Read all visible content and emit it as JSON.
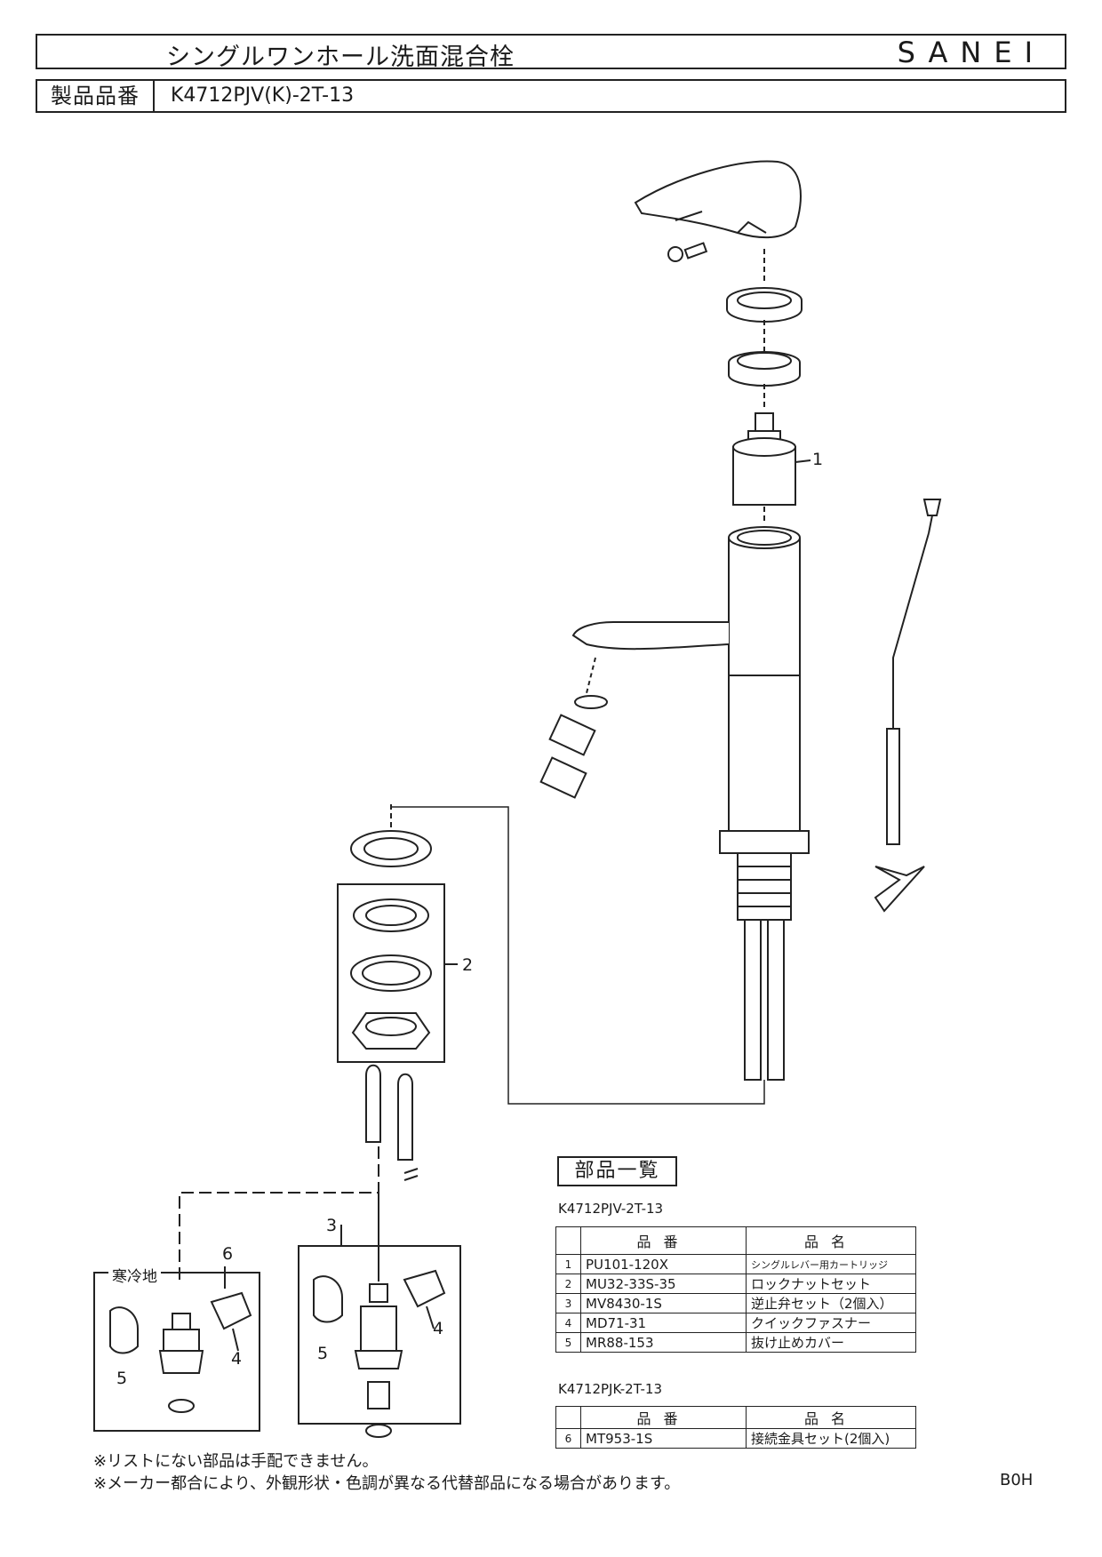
{
  "header": {
    "title": "シングルワンホール洗面混合栓",
    "brand": "SANEI",
    "product_label": "製品品番",
    "product_code": "K4712PJV(K)-2T-13"
  },
  "diagram": {
    "callouts": {
      "c1": "1",
      "c2": "2",
      "c3": "3",
      "c4a": "4",
      "c4b": "4",
      "c5a": "5",
      "c5b": "5",
      "c6": "6"
    },
    "cold_region_label": "寒冷地"
  },
  "parts_list": {
    "heading": "部品一覧",
    "table1": {
      "caption": "K4712PJV-2T-13",
      "headers": [
        "品番",
        "品名"
      ],
      "rows": [
        {
          "no": "1",
          "code": "PU101-120X",
          "name": "シングルレバー用カートリッジ"
        },
        {
          "no": "2",
          "code": "MU32-33S-35",
          "name": "ロックナットセット"
        },
        {
          "no": "3",
          "code": "MV8430-1S",
          "name": "逆止弁セット（2個入）"
        },
        {
          "no": "4",
          "code": "MD71-31",
          "name": "クイックファスナー"
        },
        {
          "no": "5",
          "code": "MR88-153",
          "name": "抜け止めカバー"
        }
      ]
    },
    "table2": {
      "caption": "K4712PJK-2T-13",
      "headers": [
        "品番",
        "品名"
      ],
      "rows": [
        {
          "no": "6",
          "code": "MT953-1S",
          "name": "接続金具セット(2個入)"
        }
      ]
    }
  },
  "footer": {
    "note1": "※リストにない部品は手配できません。",
    "note2": "※メーカー都合により、外観形状・色調が異なる代替部品になる場合があります。",
    "sheet_code": "B0H"
  }
}
